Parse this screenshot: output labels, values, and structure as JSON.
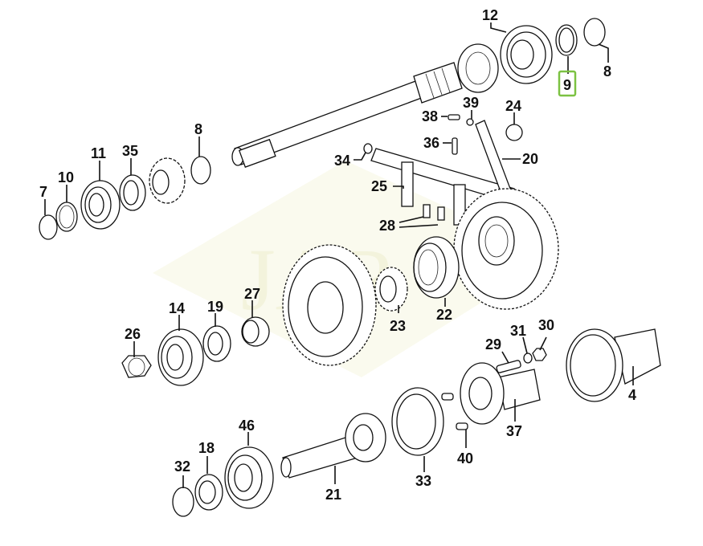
{
  "diagram": {
    "type": "exploded parts diagram",
    "subject": "PTO / transmission shaft assembly",
    "watermark": "JAR",
    "highlight_color": "#7cc242",
    "selected_part": "9",
    "labels": {
      "p12": "12",
      "p9": "9",
      "p8a": "8",
      "p8b": "8",
      "p7": "7",
      "p10": "10",
      "p11": "11",
      "p35": "35",
      "p38": "38",
      "p39": "39",
      "p24": "24",
      "p36": "36",
      "p34": "34",
      "p20": "20",
      "p25": "25",
      "p28": "28",
      "p26": "26",
      "p14": "14",
      "p19": "19",
      "p27": "27",
      "p23": "23",
      "p22": "22",
      "p29": "29",
      "p31": "31",
      "p30": "30",
      "p4": "4",
      "p37": "37",
      "p40": "40",
      "p33": "33",
      "p46": "46",
      "p18": "18",
      "p32": "32",
      "p21": "21"
    }
  }
}
